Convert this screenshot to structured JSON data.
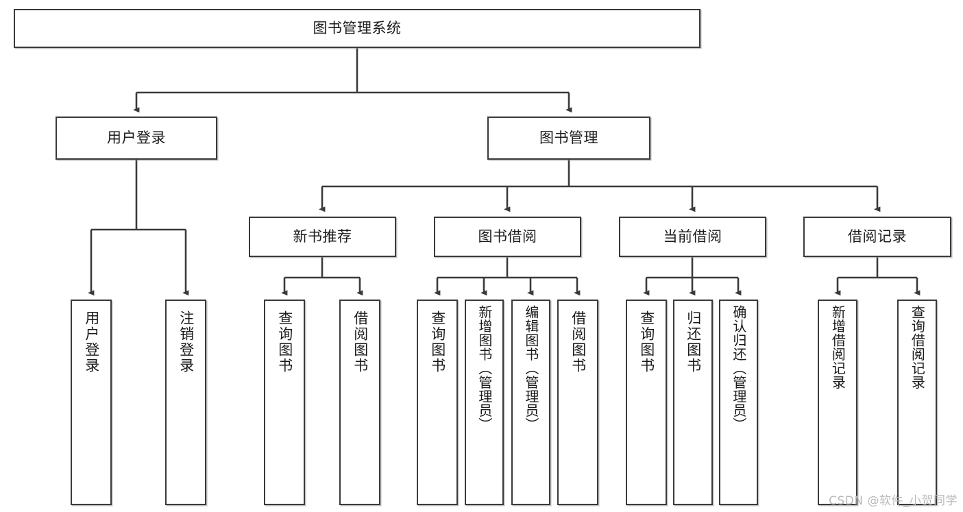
{
  "diagram": {
    "title": "图书管理系统",
    "watermark": "CSDN @软件_小贺同学",
    "colors": {
      "box_border": "#3a3a3a",
      "box_fill": "#ffffff",
      "edge": "#3a3a3a",
      "text": "#1b1b1b",
      "watermark": "#b9b9b9",
      "background": "#ffffff"
    },
    "root": {
      "label": "图书管理系统"
    },
    "level2": [
      {
        "label": "用户登录"
      },
      {
        "label": "图书管理"
      }
    ],
    "level3": [
      {
        "label": "新书推荐"
      },
      {
        "label": "图书借阅"
      },
      {
        "label": "当前借阅"
      },
      {
        "label": "借阅记录"
      }
    ],
    "leaves": {
      "user_login": [
        {
          "label": "用户登录"
        },
        {
          "label": "注销登录"
        }
      ],
      "new_book_recommend": [
        {
          "label": "查询图书"
        },
        {
          "label": "借阅图书"
        }
      ],
      "book_borrow": [
        {
          "label": "查询图书"
        },
        {
          "label": "新增图书（管理员）"
        },
        {
          "label": "编辑图书（管理员）"
        },
        {
          "label": "借阅图书"
        }
      ],
      "current_borrow": [
        {
          "label": "查询图书"
        },
        {
          "label": "归还图书"
        },
        {
          "label": "确认归还（管理员）"
        }
      ],
      "borrow_record": [
        {
          "label": "新增借阅记录"
        },
        {
          "label": "查询借阅记录"
        }
      ]
    }
  }
}
